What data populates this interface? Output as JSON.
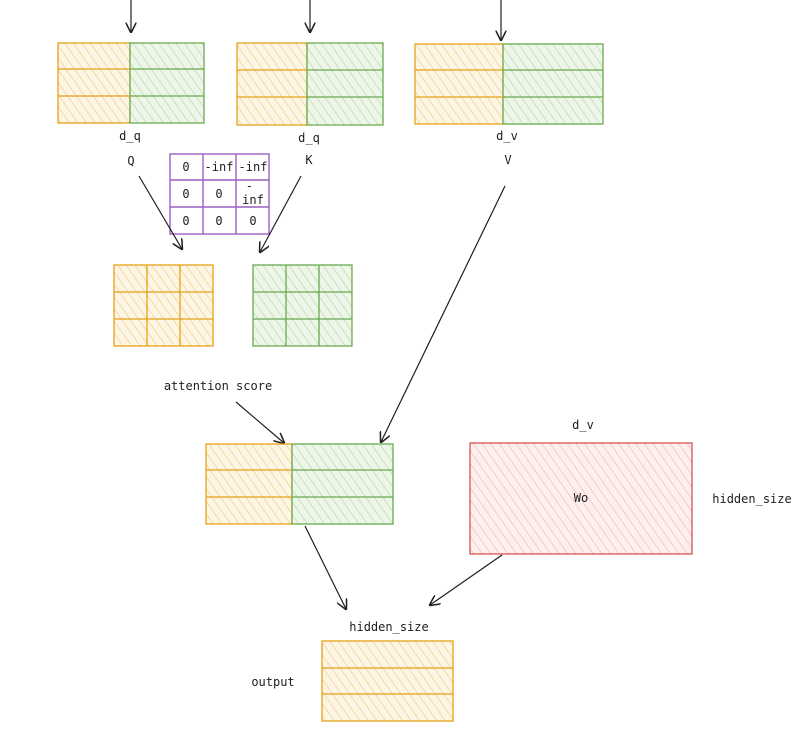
{
  "colors": {
    "yellow": "#e6a117",
    "yellow_fill": "#fbe9c2",
    "green": "#6aaa4f",
    "green_fill": "#d9ebcf",
    "purple": "#9c5fc0",
    "red": "#d9534f",
    "red_fill": "#f6d5d4",
    "ink": "#1e1e1e"
  },
  "matrices": {
    "q": {
      "label": "Q",
      "dim_label": "d_q"
    },
    "k": {
      "label": "K",
      "dim_label": "d_q"
    },
    "v": {
      "label": "V",
      "dim_label": "d_v"
    }
  },
  "mask": {
    "cells": [
      "0",
      "-inf",
      "-inf",
      "0",
      "0",
      "-\ninf",
      "0",
      "0",
      "0"
    ]
  },
  "attention_score": {
    "label": "attention score"
  },
  "wo": {
    "label": "Wo",
    "top_label": "d_v",
    "side_label": "hidden_size"
  },
  "output": {
    "label": "output",
    "top_label": "hidden_size"
  }
}
